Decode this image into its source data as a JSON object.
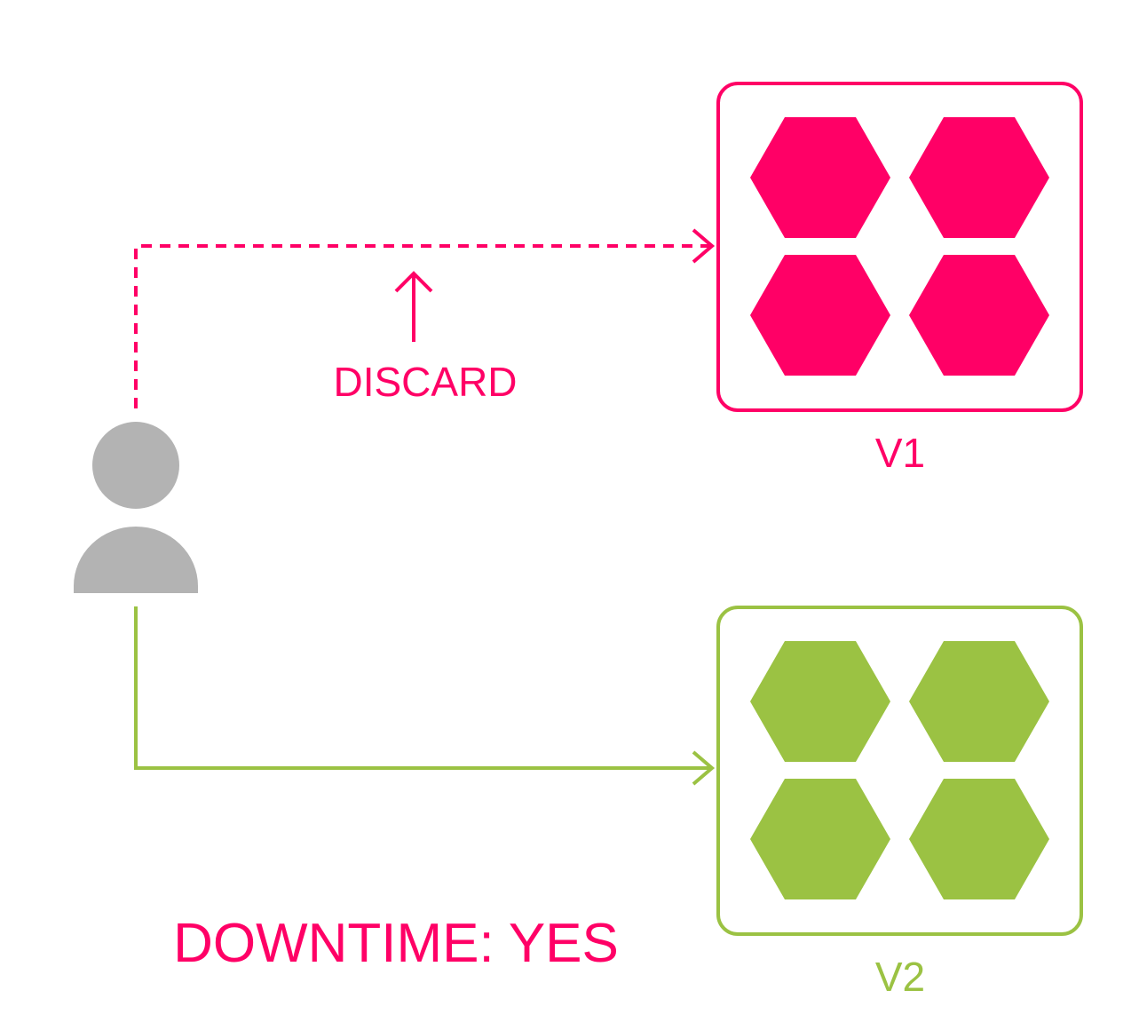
{
  "diagram": {
    "discard_label": "DISCARD",
    "downtime_label": "DOWNTIME: YES",
    "v1_label": "V1",
    "v2_label": "V2"
  },
  "colors": {
    "v1": "#ff0066",
    "v2": "#9bc243",
    "user": "#b3b3b3",
    "background": "#ffffff"
  },
  "icons": {
    "user": "user-icon",
    "service_instance": "hexagon-icon"
  }
}
